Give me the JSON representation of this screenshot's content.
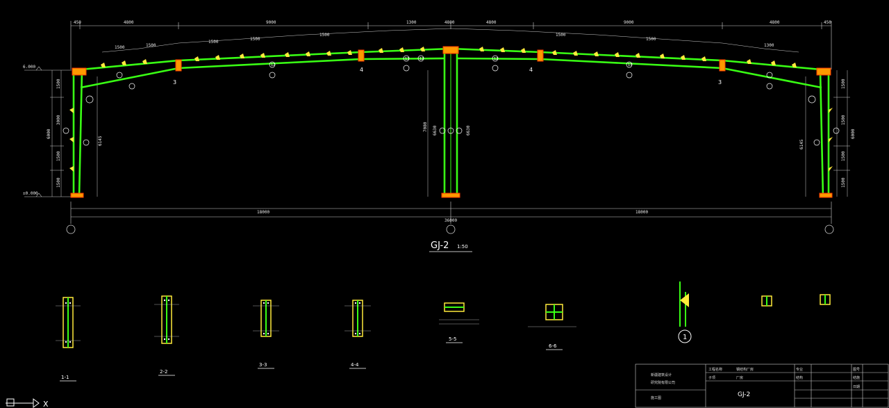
{
  "drawing": {
    "title": "GJ-2",
    "scale": "1:50",
    "elev_top": "6.000",
    "elev_bottom": "±0.000",
    "top_dims": [
      "450",
      "4800",
      "9000",
      "1300",
      "4800",
      "4800",
      "9000",
      "4800",
      "450"
    ],
    "purlin_dims": [
      "1500",
      "1500",
      "1500",
      "1500",
      "1500",
      "1500",
      "1500",
      "1300"
    ],
    "bay_dims": [
      "18000",
      "18000"
    ],
    "total_span": "36000",
    "left_col_dims": [
      "1500",
      "3000",
      "1500",
      "1500"
    ],
    "left_col_total": "6000",
    "mid_col_dims": [
      "7080",
      "6630"
    ],
    "right_col_dims": [
      "1500",
      "1500",
      "1500",
      "1500"
    ],
    "right_col_total": "6000",
    "col_height_side": "6145",
    "sections": [
      "1-1",
      "2-2",
      "3-3",
      "4-4",
      "5-5",
      "6-6"
    ],
    "detail_mark": "1",
    "section_marks": [
      "3",
      "4",
      "4",
      "3"
    ],
    "beam_labels": [
      "12",
      "13",
      "12",
      "13",
      "12"
    ],
    "ucs_x": "X"
  },
  "titleblock": {
    "company_line1": "新疆建筑设计",
    "company_line2": "研究院有限公司",
    "drawing_name": "GJ-2",
    "stage": "施工图",
    "col_labels": [
      "工程名称",
      "子项",
      "专业",
      "图号",
      "日期"
    ],
    "col_values": [
      "钢结构厂房",
      "厂房",
      "结构",
      "结施",
      ""
    ]
  }
}
